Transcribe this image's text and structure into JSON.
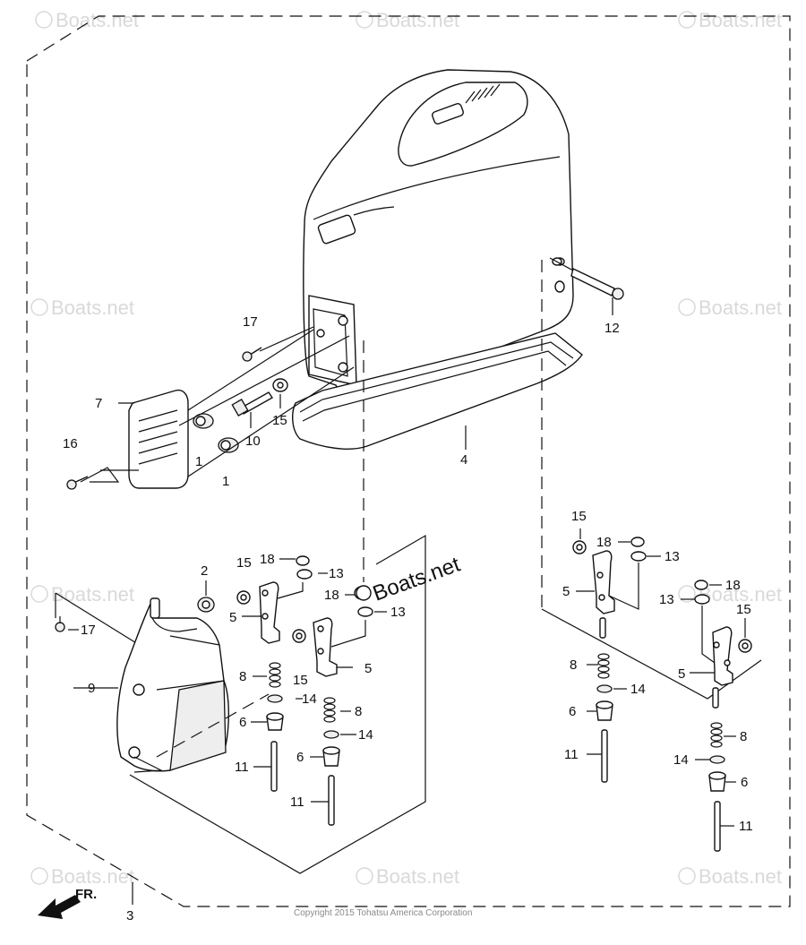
{
  "watermark": "Boats.net",
  "copyright": "Copyright 2015 Tohatsu America Corporation",
  "direction_label": "FR.",
  "callouts": {
    "c1a": "1",
    "c1b": "1",
    "c2": "2",
    "c3": "3",
    "c4": "4",
    "c5a": "5",
    "c5b": "5",
    "c5c": "5",
    "c5d": "5",
    "c6a": "6",
    "c6b": "6",
    "c6c": "6",
    "c6d": "6",
    "c7": "7",
    "c8a": "8",
    "c8b": "8",
    "c8c": "8",
    "c8d": "8",
    "c9": "9",
    "c10": "10",
    "c11a": "11",
    "c11b": "11",
    "c11c": "11",
    "c11d": "11",
    "c12": "12",
    "c13a": "13",
    "c13b": "13",
    "c13c": "13",
    "c13d": "13",
    "c14a": "14",
    "c14b": "14",
    "c14c": "14",
    "c14d": "14",
    "c15a": "15",
    "c15b": "15",
    "c15c": "15",
    "c15d": "15",
    "c15e": "15",
    "c16": "16",
    "c17a": "17",
    "c17b": "17",
    "c18a": "18",
    "c18b": "18",
    "c18c": "18",
    "c18d": "18"
  }
}
